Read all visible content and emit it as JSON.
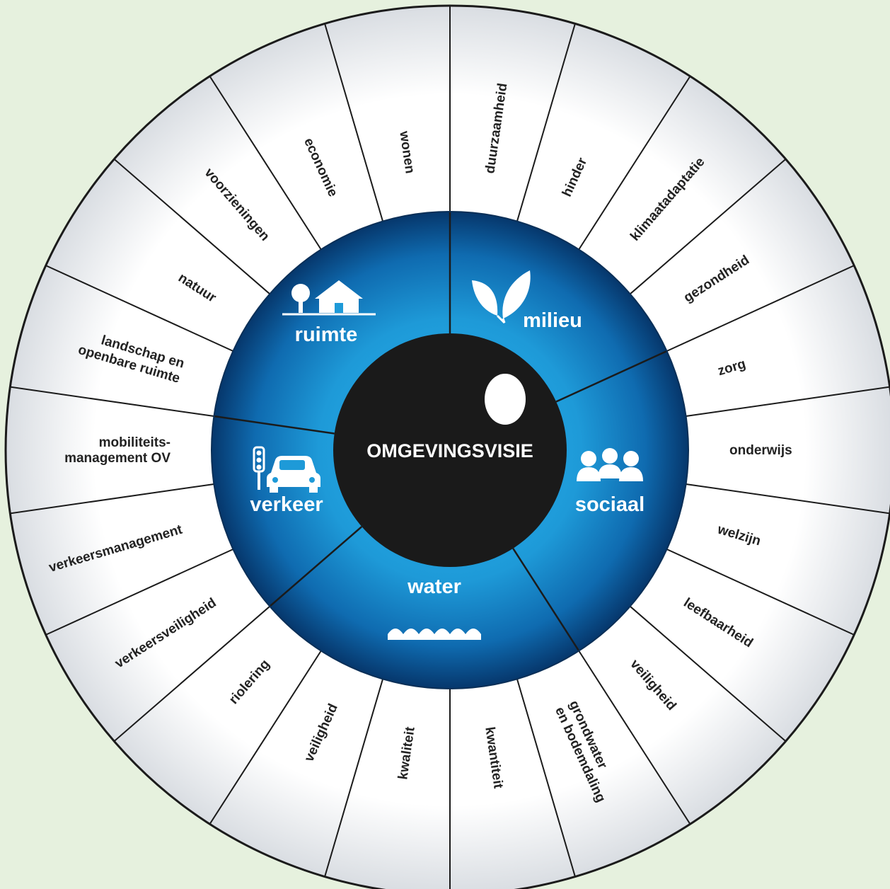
{
  "center": {
    "title": "OMGEVINGSVISIE"
  },
  "categories": [
    {
      "key": "milieu",
      "label": "milieu",
      "icon": "leaves-icon"
    },
    {
      "key": "sociaal",
      "label": "sociaal",
      "icon": "people-icon"
    },
    {
      "key": "water",
      "label": "water",
      "icon": "waves-icon"
    },
    {
      "key": "verkeer",
      "label": "verkeer",
      "icon": "car-traffic-light-icon"
    },
    {
      "key": "ruimte",
      "label": "ruimte",
      "icon": "tree-house-icon"
    }
  ],
  "topics": [
    {
      "lines": [
        "duurzaamheid"
      ],
      "category": "milieu"
    },
    {
      "lines": [
        "hinder"
      ],
      "category": "milieu"
    },
    {
      "lines": [
        "klimaatadaptatie"
      ],
      "category": "milieu"
    },
    {
      "lines": [
        "gezondheid"
      ],
      "category": "milieu"
    },
    {
      "lines": [
        "zorg"
      ],
      "category": "sociaal"
    },
    {
      "lines": [
        "onderwijs"
      ],
      "category": "sociaal"
    },
    {
      "lines": [
        "welzijn"
      ],
      "category": "sociaal"
    },
    {
      "lines": [
        "leefbaarheid"
      ],
      "category": "sociaal"
    },
    {
      "lines": [
        "veiligheid"
      ],
      "category": "sociaal"
    },
    {
      "lines": [
        "grondwater",
        "en bodemdaling"
      ],
      "category": "water"
    },
    {
      "lines": [
        "kwantiteit"
      ],
      "category": "water"
    },
    {
      "lines": [
        "kwaliteit"
      ],
      "category": "water"
    },
    {
      "lines": [
        "veiligheid"
      ],
      "category": "water"
    },
    {
      "lines": [
        "riolering"
      ],
      "category": "water"
    },
    {
      "lines": [
        "verkeersveiligheid"
      ],
      "category": "verkeer"
    },
    {
      "lines": [
        "verkeersmanagement"
      ],
      "category": "verkeer"
    },
    {
      "lines": [
        "mobiliteits-",
        "management OV"
      ],
      "category": "verkeer"
    },
    {
      "lines": [
        "landschap en",
        "openbare ruimte"
      ],
      "category": "ruimte"
    },
    {
      "lines": [
        "natuur"
      ],
      "category": "ruimte"
    },
    {
      "lines": [
        "voorzieningen"
      ],
      "category": "ruimte"
    },
    {
      "lines": [
        "economie"
      ],
      "category": "ruimte"
    },
    {
      "lines": [
        "wonen"
      ],
      "category": "ruimte"
    }
  ],
  "colors": {
    "background": "#e6f1de",
    "ring_outline": "#1b1b1b",
    "blue_light": "#2aa9e6",
    "blue_dark": "#063a70",
    "center_fill": "#1a1a1a",
    "text_dark": "#222222",
    "text_light": "#ffffff"
  }
}
